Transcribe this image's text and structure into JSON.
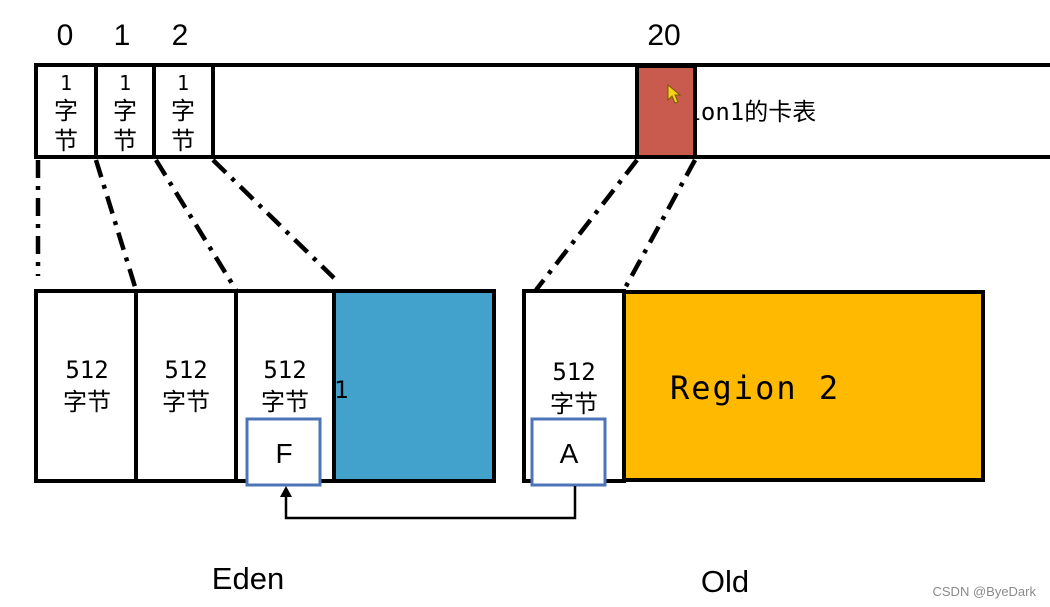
{
  "card_table": {
    "indices": [
      "0",
      "1",
      "2"
    ],
    "far_index": "20",
    "cell_line1": "1",
    "cell_line2": "字",
    "cell_line3": "节",
    "title": "gion1的卡表",
    "marked_color": "#c85a4e"
  },
  "eden": {
    "cards": [
      {
        "line1": "512",
        "line2": "字节"
      },
      {
        "line1": "512",
        "line2": "字节"
      },
      {
        "line1": "512",
        "line2": "字节"
      }
    ],
    "partial_text": "1",
    "ref_box": "F",
    "fill_color": "#42a2cc",
    "label": "Eden"
  },
  "old": {
    "card": {
      "line1": "512",
      "line2": "字节"
    },
    "ref_box": "A",
    "region_label": "Region 2",
    "fill_color": "#ffba00",
    "label": "Old"
  },
  "watermark": "CSDN @ByeDark",
  "colors": {
    "ref_box_border": "#4e74b8",
    "stroke": "#000000"
  },
  "icons": {
    "cursor": "mouse-pointer-icon"
  }
}
